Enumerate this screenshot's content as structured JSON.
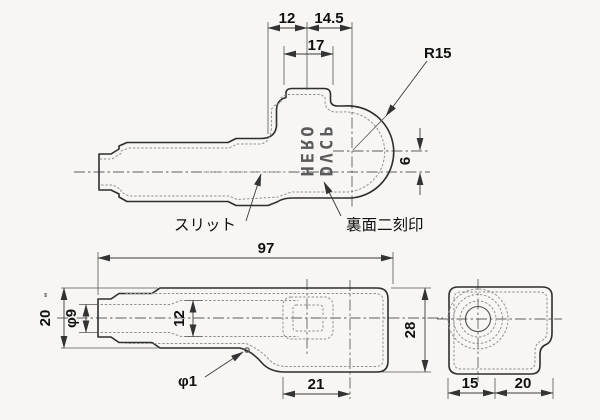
{
  "colors": {
    "background": "#f7f6f4",
    "outline": "#2e2e2e",
    "hidden_line": "#8f8f8f",
    "center_line": "#5f5f5f",
    "dimension_text": "#101010"
  },
  "side_view": {
    "dim_12": "12",
    "dim_14_5": "14.5",
    "dim_17": "17",
    "radius_r15": "R15",
    "dim_6": "6",
    "slit_label": "スリット",
    "stamp_note_label": "裏面二刻印",
    "stamp_word_left": "HERO",
    "stamp_word_right": "DVCP"
  },
  "plan_view": {
    "dim_97": "97",
    "dim_20": "20",
    "dim_20_marks": "''",
    "dim_phi9": "φ9",
    "dim_12": "12",
    "dim_phi1": "φ1",
    "dim_21": "21",
    "dim_28": "28"
  },
  "end_view": {
    "dim_15": "15",
    "dim_20": "20"
  }
}
